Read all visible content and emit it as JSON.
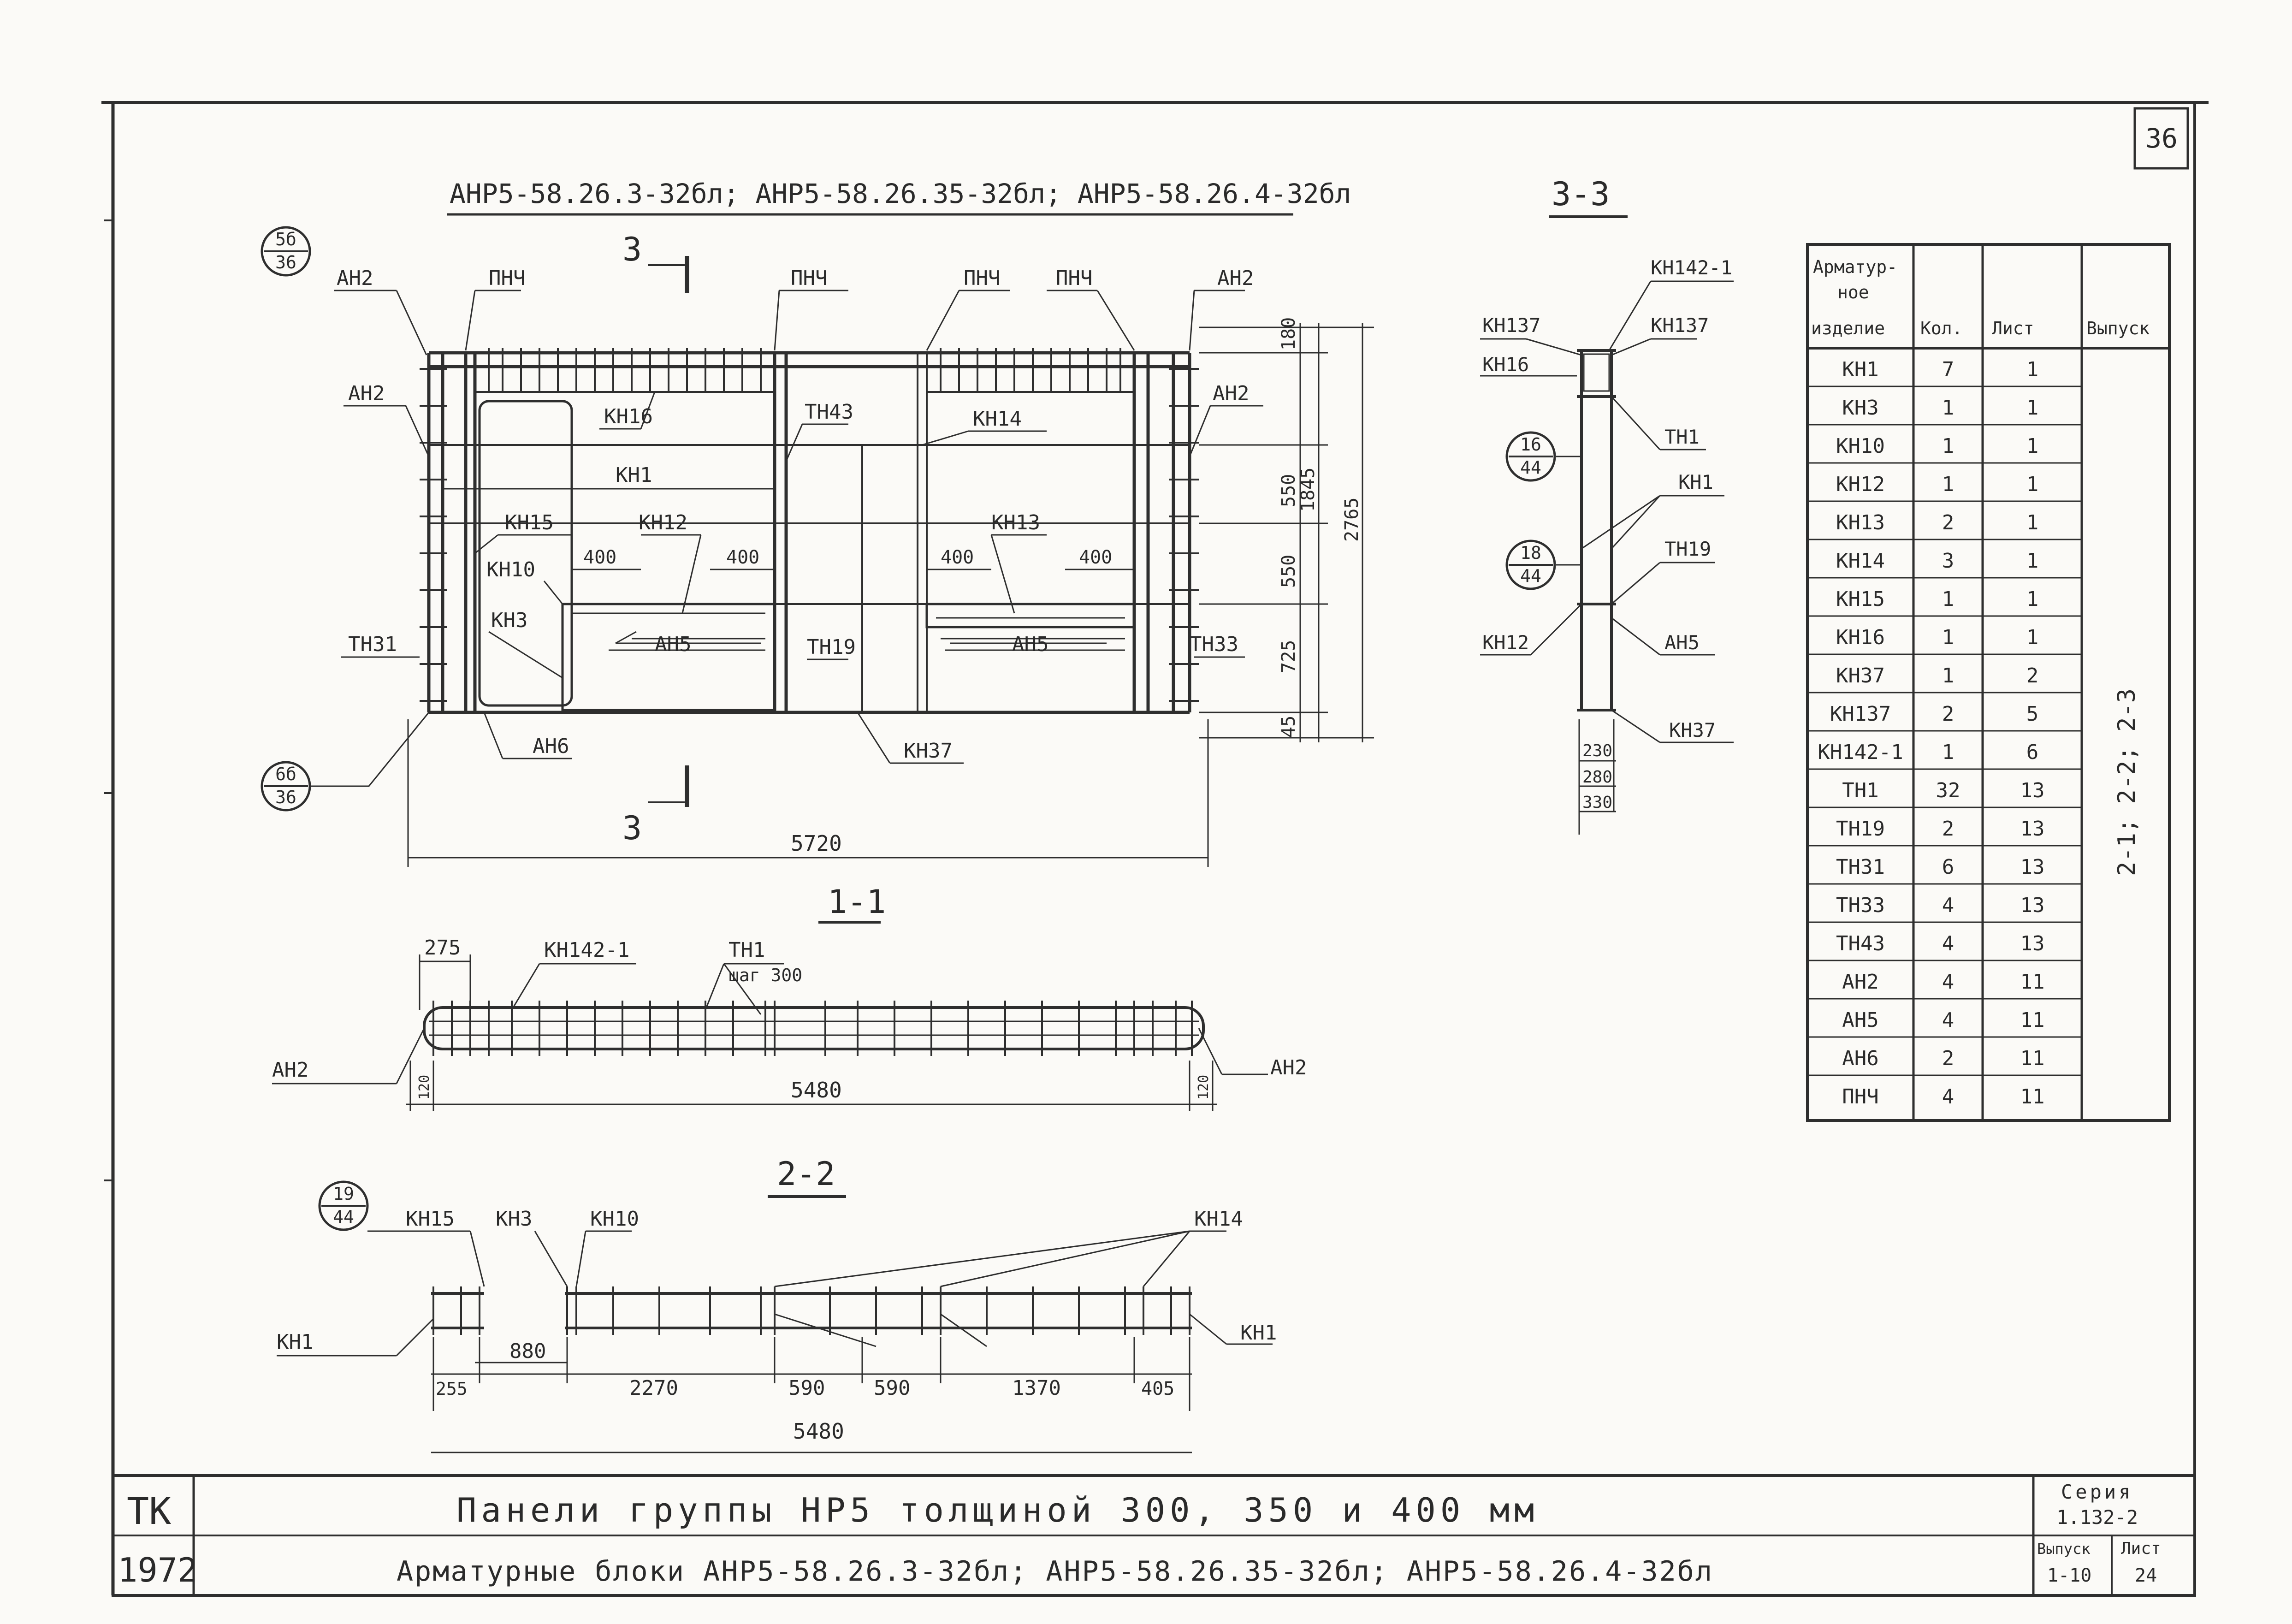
{
  "sheet_number": "36",
  "header_title": "АНР5-58.26.3-32бл;  АНР5-58.26.35-32бл;  АНР5-58.26.4-32бл",
  "sections": {
    "s11": "1-1",
    "s22": "2-2",
    "s33": "3-3",
    "cut_marker": "3"
  },
  "callouts": {
    "c1": {
      "top": "5б",
      "bottom": "36"
    },
    "c2": {
      "top": "6б",
      "bottom": "36"
    },
    "c3": {
      "top": "16",
      "bottom": "44"
    },
    "c4": {
      "top": "18",
      "bottom": "44"
    },
    "c5": {
      "top": "19",
      "bottom": "44"
    }
  },
  "elevation_labels": {
    "ah2_top": "АН2",
    "pnch1": "ПНЧ",
    "pnch2": "ПНЧ",
    "pnch3": "ПНЧ",
    "pnch4": "ПНЧ",
    "ah2_right": "АН2",
    "ah2_left_mid": "АН2",
    "ah2_right_mid": "АН2",
    "kn16": "КН16",
    "tn43": "ТН43",
    "kn14": "КН14",
    "kn1": "КН1",
    "kn15": "КН15",
    "kn12": "КН12",
    "kn13": "КН13",
    "kn10": "КН10",
    "kn3": "КН3",
    "tn31": "ТН31",
    "ah5a": "АН5",
    "ah5b": "АН5",
    "tn19": "ТН19",
    "tn33": "ТН33",
    "ah6": "АН6",
    "kn37": "КН37"
  },
  "elevation_dims": {
    "d400a": "400",
    "d400b": "400",
    "d400c": "400",
    "d400d": "400",
    "d180": "180",
    "d550a": "550",
    "d550b": "550",
    "d725": "725",
    "d45": "45",
    "d1845": "1845",
    "d2765": "2765",
    "d5720": "5720"
  },
  "section11": {
    "d275": "275",
    "kn142": "КН142-1",
    "tn1": "ТН1",
    "step": "шаг 300",
    "ah2_left": "АН2",
    "ah2_right": "АН2",
    "d120a": "120",
    "d120b": "120",
    "d5480": "5480"
  },
  "section22": {
    "kn15": "КН15",
    "kn3": "КН3",
    "kn10": "КН10",
    "kn14": "КН14",
    "kn1_left": "КН1",
    "kn1_right": "КН1",
    "d880": "880",
    "d255": "255",
    "d2270": "2270",
    "d590a": "590",
    "d590b": "590",
    "d1370": "1370",
    "d405": "405",
    "d5480": "5480"
  },
  "section33": {
    "kn142": "КН142-1",
    "kn137a": "КН137",
    "kn137b": "КН137",
    "kn16": "КН16",
    "tn1": "ТН1",
    "kn1": "КН1",
    "tn19": "ТН19",
    "kn12": "КН12",
    "ah5": "АН5",
    "kn37": "КН37",
    "d230": "230",
    "d280": "280",
    "d330": "330"
  },
  "spec_table": {
    "headers": [
      "Арматур-",
      "ное",
      "изделие",
      "Кол.",
      "Лист",
      "Выпуск"
    ],
    "issue_note": "2-1; 2-2; 2-3",
    "rows": [
      {
        "item": "КН1",
        "qty": "7",
        "sheet": "1"
      },
      {
        "item": "КН3",
        "qty": "1",
        "sheet": "1"
      },
      {
        "item": "КН10",
        "qty": "1",
        "sheet": "1"
      },
      {
        "item": "КН12",
        "qty": "1",
        "sheet": "1"
      },
      {
        "item": "КН13",
        "qty": "2",
        "sheet": "1"
      },
      {
        "item": "КН14",
        "qty": "3",
        "sheet": "1"
      },
      {
        "item": "КН15",
        "qty": "1",
        "sheet": "1"
      },
      {
        "item": "КН16",
        "qty": "1",
        "sheet": "1"
      },
      {
        "item": "КН37",
        "qty": "1",
        "sheet": "2"
      },
      {
        "item": "КН137",
        "qty": "2",
        "sheet": "5"
      },
      {
        "item": "КН142-1",
        "qty": "1",
        "sheet": "6"
      },
      {
        "item": "ТН1",
        "qty": "32",
        "sheet": "13"
      },
      {
        "item": "ТН19",
        "qty": "2",
        "sheet": "13"
      },
      {
        "item": "ТН31",
        "qty": "6",
        "sheet": "13"
      },
      {
        "item": "ТН33",
        "qty": "4",
        "sheet": "13"
      },
      {
        "item": "ТН43",
        "qty": "4",
        "sheet": "13"
      },
      {
        "item": "АН2",
        "qty": "4",
        "sheet": "11"
      },
      {
        "item": "АН5",
        "qty": "4",
        "sheet": "11"
      },
      {
        "item": "АН6",
        "qty": "2",
        "sheet": "11"
      },
      {
        "item": "ПНЧ",
        "qty": "4",
        "sheet": "11"
      }
    ]
  },
  "title_block": {
    "org": "ТК",
    "year": "1972",
    "line1": "Панели  группы  НР5  толщиной  300, 350 и 400 мм",
    "line2": "Арматурные блоки  АНР5-58.26.3-32бл;  АНР5-58.26.35-32бл;  АНР5-58.26.4-32бл",
    "series_label": "Серия",
    "series_value": "1.132-2",
    "issue_label": "Выпуск",
    "issue_value": "1-10",
    "sheet_label": "Лист",
    "sheet_value": "24"
  }
}
